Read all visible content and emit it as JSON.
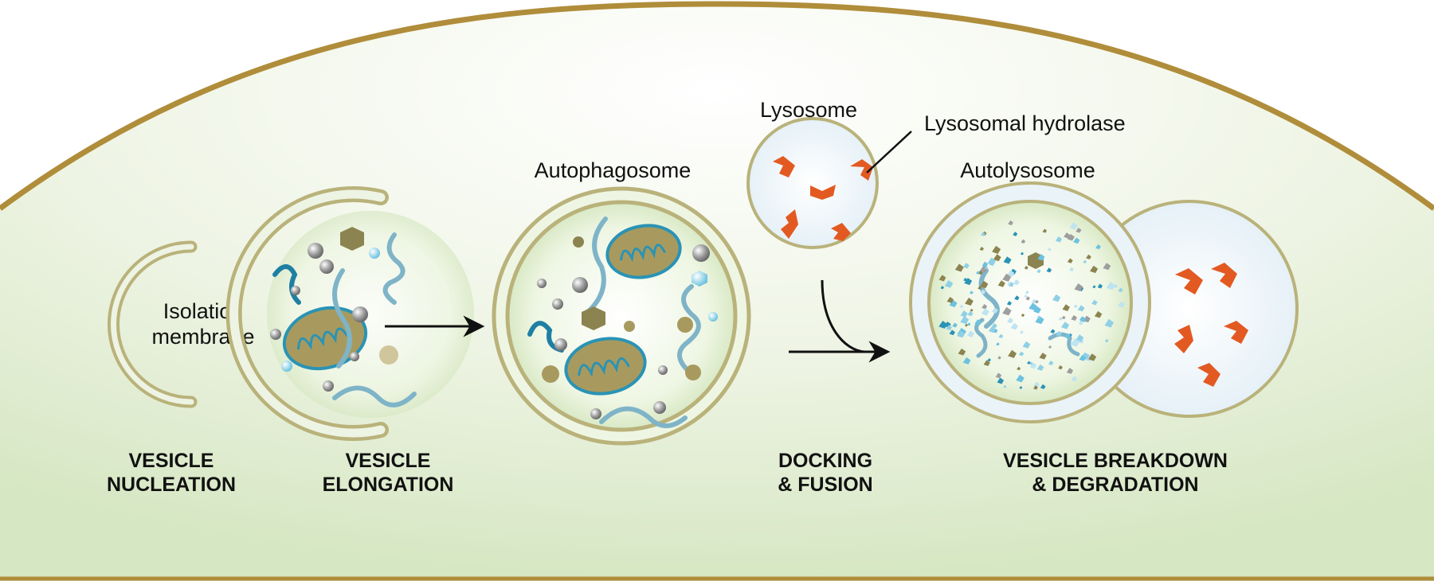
{
  "labels": {
    "isolation_membrane_line1": "Isolation",
    "isolation_membrane_line2": "membrane",
    "autophagosome": "Autophagosome",
    "lysosome": "Lysosome",
    "lysosomal_hydrolase": "Lysosomal hydrolase",
    "autolysosome": "Autolysosome"
  },
  "stages": {
    "nucleation_line1": "VESICLE",
    "nucleation_line2": "NUCLEATION",
    "elongation_line1": "VESICLE",
    "elongation_line2": "ELONGATION",
    "docking_line1": "DOCKING",
    "docking_line2": "& FUSION",
    "breakdown_line1": "VESICLE BREAKDOWN",
    "breakdown_line2": "& DEGRADATION"
  },
  "colors": {
    "cell_border": "#b08d3a",
    "cytoplasm": "#e3eed5",
    "membrane": "#b9b27a",
    "vesicle_lumen": "#eef6e3",
    "lysosome_lumen": "#eaf3f8",
    "mitochondrion": "#a89a5e",
    "mitochondrion_edge": "#2a93b5",
    "hydrolase": "#e25a22",
    "protein_strand": "#7fb4c8",
    "particle_gray": "#9e9e9e",
    "particle_blue": "#8fd0e6",
    "particle_olive": "#8c8450"
  }
}
